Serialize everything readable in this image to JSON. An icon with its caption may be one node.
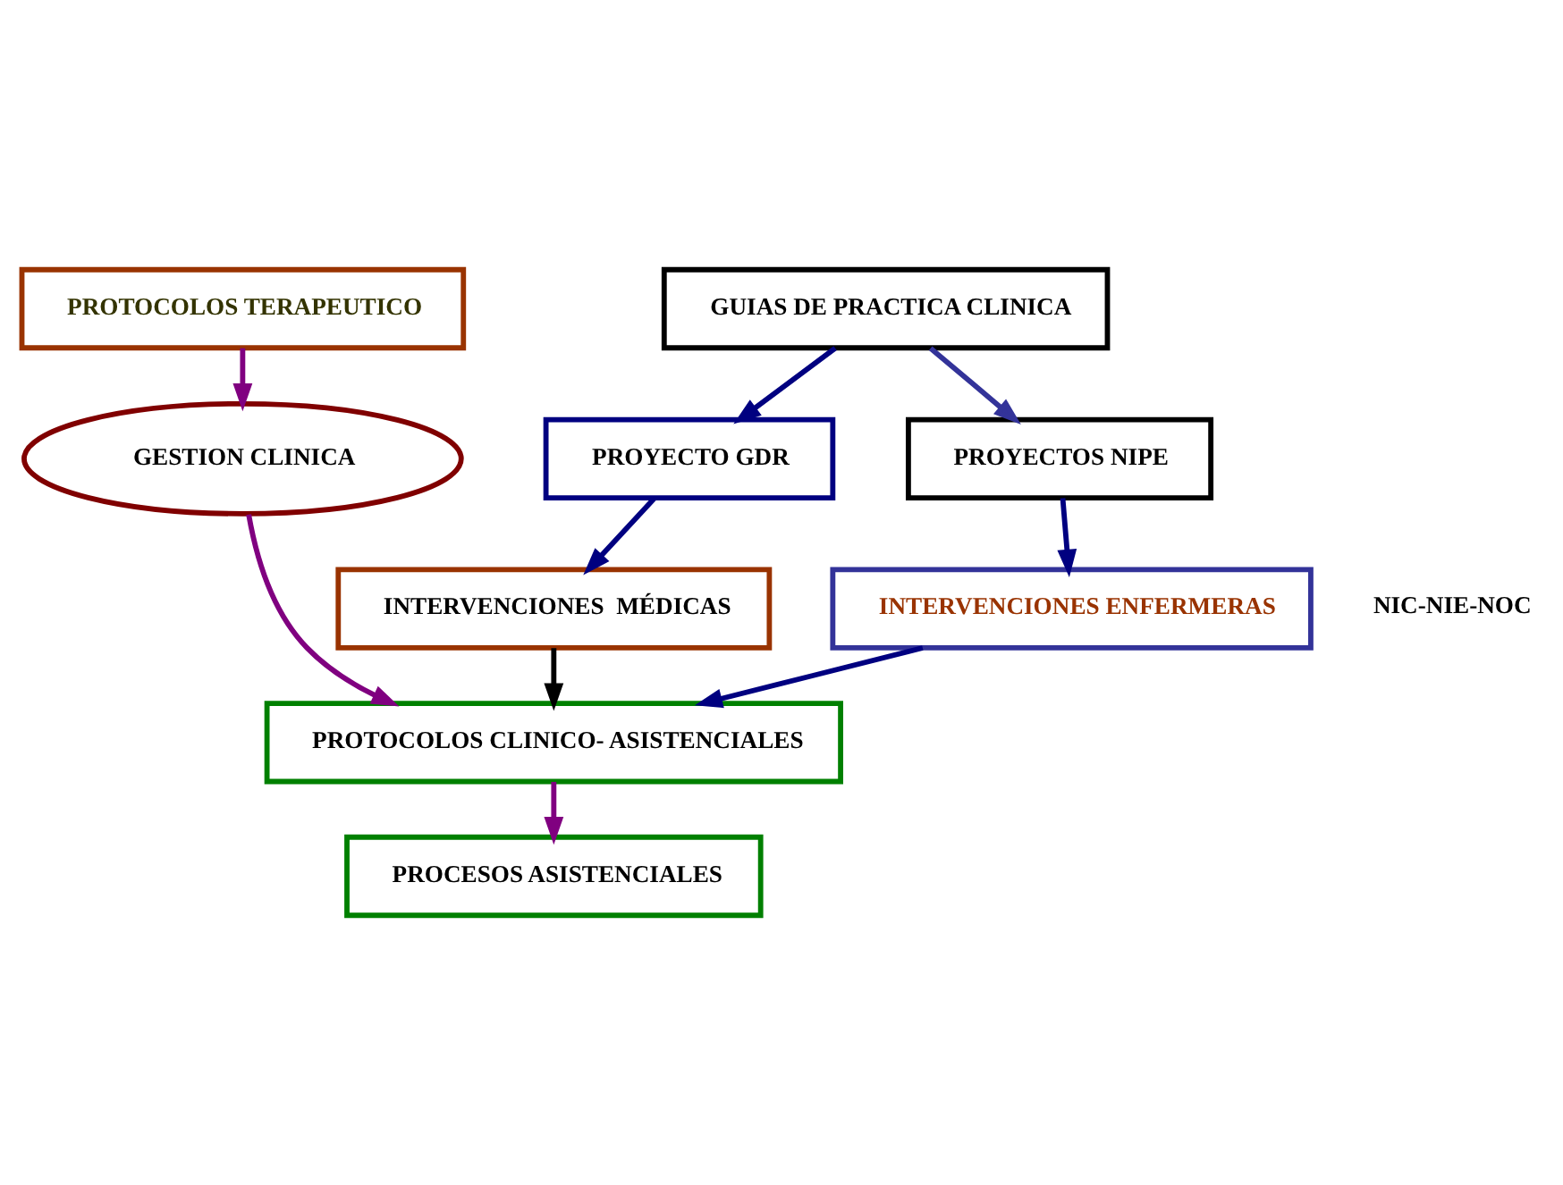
{
  "diagram": {
    "nodes": [
      {
        "text": [
          "PROTOCOLOS TERAPEUTICO"
        ]
      },
      {
        "text": [
          "GUIAS DE PRACTICA CLINICA"
        ]
      },
      {
        "text": [
          "PROYECTO GDR"
        ]
      },
      {
        "text": [
          "PROYECTOS NIPE"
        ]
      },
      {
        "text": [
          "INTERVENCIONES  MÉDICAS"
        ]
      },
      {
        "text": [
          "INTERVENCIONES ENFERMERAS"
        ],
        "beside": [
          "NIC-NIE-NOC"
        ]
      },
      {
        "text": [
          "GESTION CLINICA"
        ]
      },
      {
        "text": [
          "PROTOCOLOS CLINICO- ASISTENCIALES"
        ]
      },
      {
        "text": [
          "PROCESOS ASISTENCIALES"
        ]
      }
    ],
    "edges": [
      {
        "from": 0,
        "to": 6,
        "arrow": "to",
        "color": "#800080"
      },
      {
        "from": 1,
        "to": 2,
        "arrow": "to"
      },
      {
        "from": 1,
        "to": 3,
        "arrow": "to",
        "color": "#333399"
      },
      {
        "from": 2,
        "to": 4,
        "arrow": "to"
      },
      {
        "from": 3,
        "to": 5,
        "arrow": "to"
      },
      {
        "from": 4,
        "to": 7,
        "arrow": "to",
        "color": "#000000"
      },
      {
        "from": 5,
        "to": 7,
        "arrow": "to"
      },
      {
        "from": 6,
        "to": 7,
        "arrow": "to",
        "color": "#800080"
      },
      {
        "from": 7,
        "to": 8,
        "arrow": "to",
        "color": "#800080"
      }
    ]
  }
}
